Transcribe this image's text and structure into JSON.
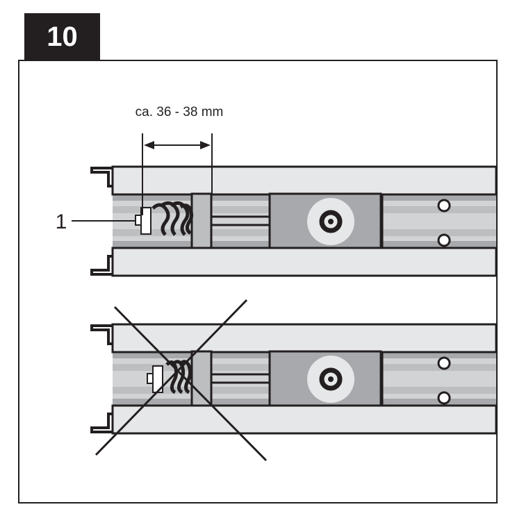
{
  "step_number": "10",
  "dimension_label": "ca. 36 - 38 mm",
  "callout_label": "1",
  "colors": {
    "ink": "#231f20",
    "rail_fill": "#e6e7e8",
    "channel_dark": "#a7a9ac",
    "channel_light": "#d1d3d4",
    "block_fill": "#bcbec0",
    "disc_fill": "#e6e7e8",
    "page_bg": "#ffffff"
  }
}
